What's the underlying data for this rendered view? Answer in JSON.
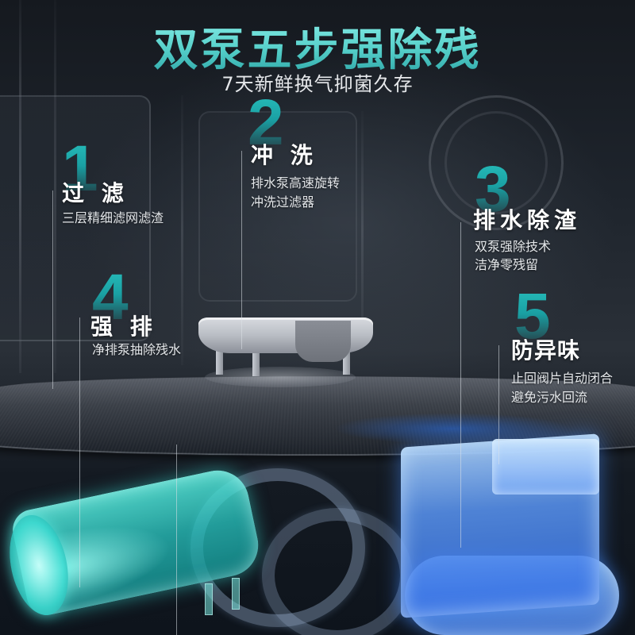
{
  "headline": {
    "title": "双泵五步强除残",
    "subtitle": "7天新鲜换气抑菌久存"
  },
  "steps": [
    {
      "number": "1",
      "title": "过 滤",
      "description_lines": [
        "三层精细滤网滤渣"
      ]
    },
    {
      "number": "2",
      "title": "冲 洗",
      "description_lines": [
        "排水泵高速旋转",
        "冲洗过滤器"
      ]
    },
    {
      "number": "3",
      "title": "排水除渣",
      "description_lines": [
        "双泵强除技术",
        "洁净零残留"
      ]
    },
    {
      "number": "4",
      "title": "强 排",
      "description_lines": [
        "净排泵抽除残水"
      ]
    },
    {
      "number": "5",
      "title": "防异味",
      "description_lines": [
        "止回阀片自动闭合",
        "避免污水回流"
      ]
    }
  ],
  "illustration": {
    "subjects": [
      "dishwasher-tub-interior",
      "filter-assembly",
      "cyan-drain-pump",
      "blue-wash-pump",
      "transparent-pipes"
    ]
  },
  "colors": {
    "accent_teal": "#28c0bd",
    "headline_teal": "#5fd3cf",
    "background": "#1e242c",
    "text_white": "#ffffff",
    "pump_cyan": "#3fd8d0",
    "pump_blue": "#5a96f5"
  }
}
